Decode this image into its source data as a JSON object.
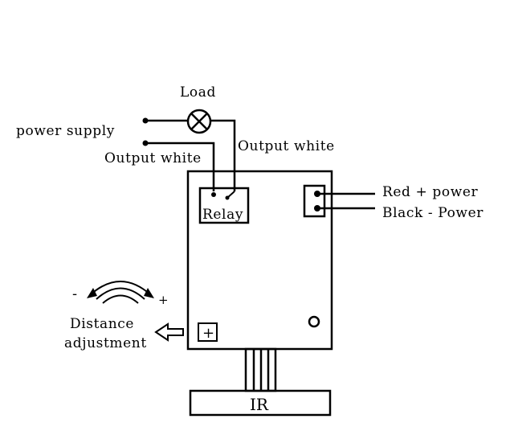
{
  "labels": {
    "load": "Load",
    "power_supply": "power supply",
    "output_white_left": "Output white",
    "output_white_right": "Output white",
    "red_power": "Red + power",
    "black_power": "Black - Power",
    "relay": "Relay",
    "distance": "Distance",
    "adjustment": "adjustment",
    "minus": "-",
    "plus": "+",
    "ir": "IR",
    "adjuster_plus": "+"
  },
  "icons": {
    "load": "lamp-cross-icon",
    "distance": "sound-wave-arrows-icon",
    "pointer": "hollow-left-arrow-icon"
  }
}
